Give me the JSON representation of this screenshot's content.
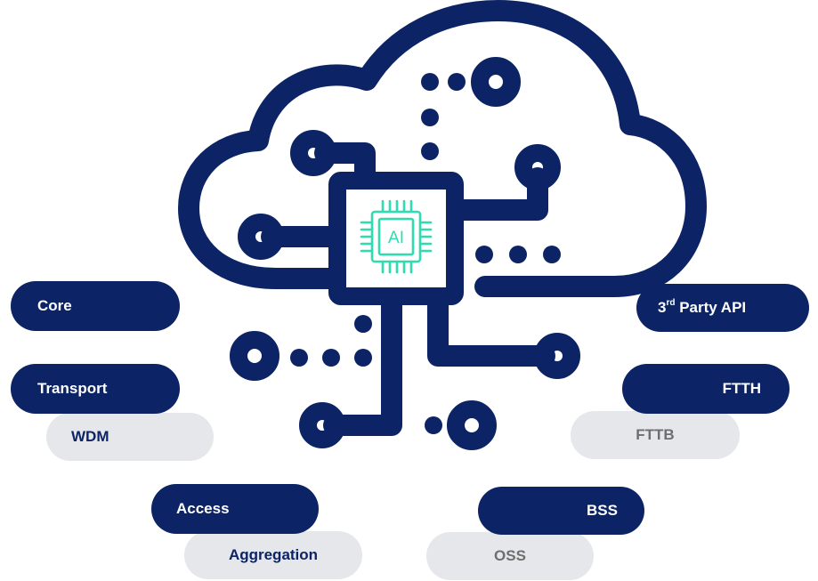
{
  "colors": {
    "navy": "#0c2466",
    "teal": "#2fdcb0",
    "pill_grey": "#e6e7ea",
    "grey_text": "#6e6e6e"
  },
  "icons": {
    "center": "ai-chip-icon",
    "background": "cloud-circuit-icon"
  },
  "chip": {
    "label": "AI"
  },
  "pills": {
    "core": "Core",
    "transport": "Transport",
    "wdm": "WDM",
    "access": "Access",
    "aggregation": "Aggregation",
    "third_party_prefix": "3",
    "third_party_sup": "rd",
    "third_party_suffix": " Party API",
    "ftth": "FTTH",
    "fttb": "FTTB",
    "bss": "BSS",
    "oss": "OSS"
  }
}
